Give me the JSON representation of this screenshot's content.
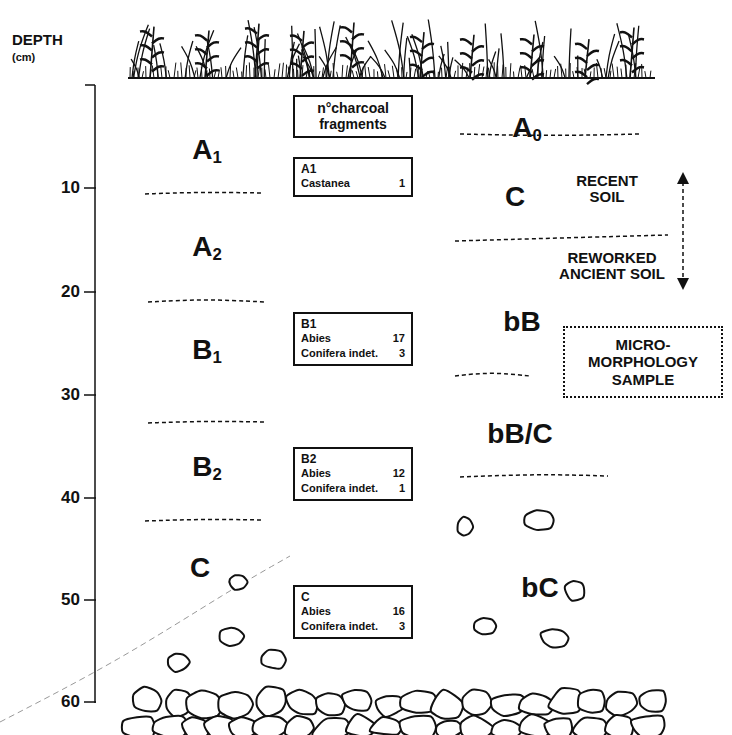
{
  "diagram": {
    "nodes": [
      {
        "text": [
          "n°charcoal fragments"
        ]
      },
      {
        "text": [
          "A1",
          "Castanea",
          "1"
        ]
      },
      {
        "text": [
          "B1",
          "Abies",
          "17",
          "Conifera indet.",
          "3"
        ]
      },
      {
        "text": [
          "B2",
          "Abies",
          "12",
          "Conifera indet.",
          "1"
        ]
      },
      {
        "text": [
          "C",
          "Abies",
          "16",
          "Conifera indet.",
          "3"
        ]
      },
      {
        "text": [
          "MICRO-MORPHOLOGY SAMPLE"
        ]
      }
    ],
    "labels": [
      "DEPTH",
      "(cm)",
      "10",
      "20",
      "30",
      "40",
      "50",
      "60",
      "A1",
      "A2",
      "B1",
      "B2",
      "C",
      "A0",
      "C",
      "bB",
      "bB/C",
      "bC",
      "RECENT SOIL",
      "REWORKED ANCIENT SOIL"
    ]
  }
}
